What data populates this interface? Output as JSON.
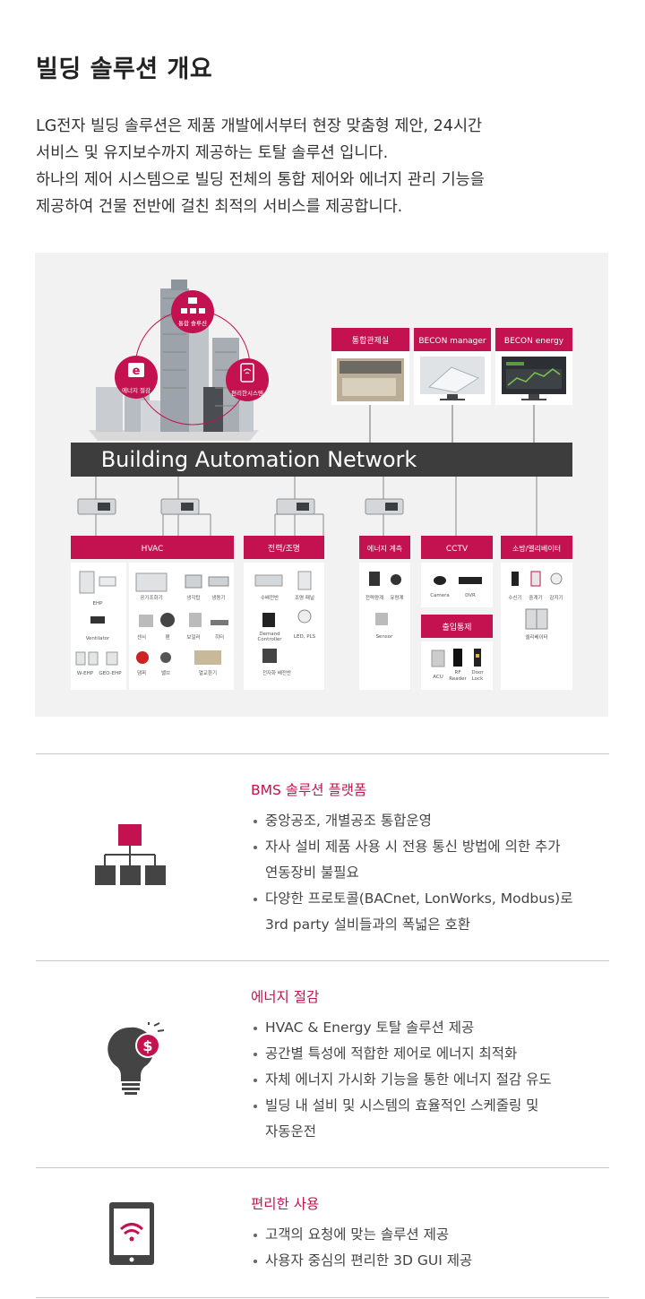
{
  "title": "빌딩 솔루션 개요",
  "intro": [
    "LG전자 빌딩 솔루션은 제품 개발에서부터 현장 맞춤형 제안, 24시간",
    "서비스 및 유지보수까지 제공하는 토탈 솔루션 입니다.",
    "하나의 제어 시스템으로 빌딩 전체의 통합 제어와 에너지 관리 기능을",
    "제공하여 건물 전반에 걸친 최적의 서비스를 제공합니다."
  ],
  "diagram": {
    "circle_labels": {
      "integrated": "통합 솔루션",
      "energy_saving": "에너지 절감",
      "convenience": "편리한시스템"
    },
    "monitors": [
      "통합관제실",
      "BECON manager",
      "BECON energy"
    ],
    "network_label": "Building Automation Network",
    "categories": {
      "hvac": {
        "label": "HVAC",
        "items": [
          "EHP",
          "공기조화기",
          "냉각탑",
          "냉동기",
          "Ventilator",
          "센서",
          "팬",
          "보일러",
          "히터",
          "W-EHP",
          "GEO-EHP",
          "댐퍼",
          "밸브",
          "열교환기"
        ]
      },
      "power": {
        "label": "전력/조명",
        "items": [
          "수배전반",
          "조명 패널",
          "Demand",
          "Controller",
          "LED, PLS",
          "전자화 배전반"
        ]
      },
      "metering": {
        "label": "에너지 계측",
        "items": [
          "전력량계",
          "유량계",
          "Sensor"
        ]
      },
      "cctv": {
        "label": "CCTV",
        "items": [
          "Camera",
          "DVR"
        ]
      },
      "access": {
        "label": "출입통제",
        "items": [
          "ACU",
          "RF",
          "Reader",
          "Door",
          "Lock"
        ]
      },
      "fire": {
        "label": "소방/엘리베이터",
        "items": [
          "수신기",
          "중계기",
          "감지기",
          "엘리베이터"
        ]
      }
    }
  },
  "features": [
    {
      "title": "BMS 솔루션 플랫폼",
      "icon": "network-hierarchy-icon",
      "bullets": [
        [
          "중앙공조, 개별공조 통합운영"
        ],
        [
          "자사 설비 제품 사용 시 전용 통신 방법에 의한 추가",
          "연동장비 불필요"
        ],
        [
          "다양한 프로토콜(BACnet, LonWorks, Modbus)로",
          "3rd party 설비들과의 폭넓은 호환"
        ]
      ]
    },
    {
      "title": "에너지 절감",
      "icon": "lightbulb-dollar-icon",
      "bullets": [
        [
          "HVAC & Energy 토탈 솔루션 제공"
        ],
        [
          "공간별 특성에 적합한 제어로 에너지 최적화"
        ],
        [
          "자체 에너지 가시화 기능을 통한 에너지 절감 유도"
        ],
        [
          "빌딩 내 설비 및 시스템의 효율적인 스케줄링 및",
          "자동운전"
        ]
      ]
    },
    {
      "title": "편리한 사용",
      "icon": "tablet-wifi-icon",
      "bullets": [
        [
          "고객의 요청에 맞는 솔루션 제공"
        ],
        [
          "사용자 중심의 편리한 3D GUI 제공"
        ]
      ]
    }
  ],
  "colors": {
    "accent": "#c3124f",
    "bar": "#3d3d3d",
    "panel": "#f2f2f2"
  }
}
